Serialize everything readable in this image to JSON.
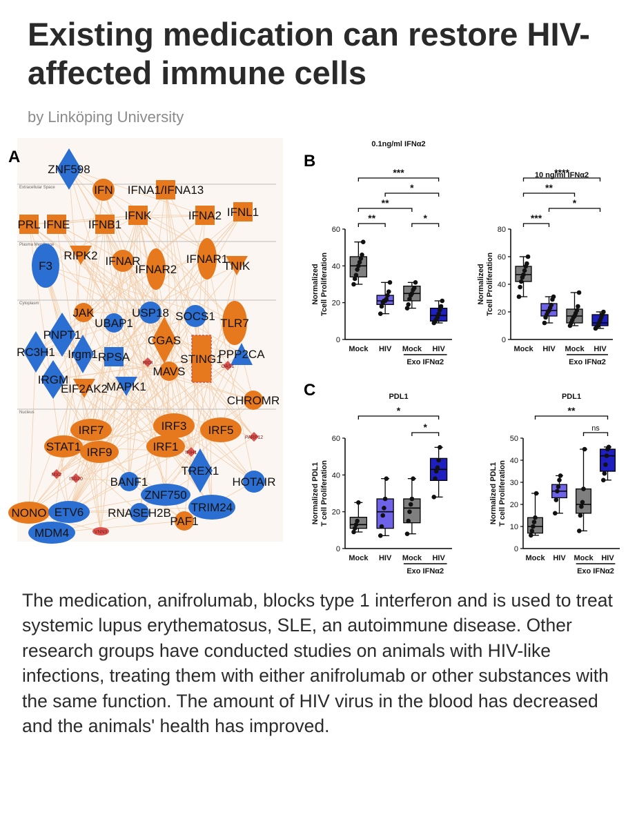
{
  "article": {
    "headline": "Existing medication can restore HIV-affected immune cells",
    "byline": "by Linköping University",
    "body": "The medication, anifrolumab, blocks type 1 interferon and is used to treat systemic lupus erythematosus, SLE, an autoimmune disease. Other research groups have conducted studies on animals with HIV-like infections, treating them with either anifrolumab or other substances with the same function. The amount of HIV virus in the blood has decreased and the animals' health has improved."
  },
  "colors": {
    "mock": "#7f7f7f",
    "hiv_untreated": "#6e63e8",
    "hiv_treated": "#1f1fbf",
    "orange": "#e6781e",
    "blue": "#2a6fd1",
    "red": "#d9534f"
  },
  "figure": {
    "panel_labels": {
      "a": "A",
      "b": "B",
      "c": "C"
    },
    "network": {
      "compartments": [
        "Extracellular Space",
        "Plasma Membrane",
        "Cytoplasm",
        "Nucleus"
      ],
      "nodes": [
        {
          "id": "ZNF598",
          "label": "ZNF598",
          "shape": "diamond",
          "color": "blue"
        },
        {
          "id": "IFN",
          "label": "IFN",
          "shape": "circle",
          "color": "orange"
        },
        {
          "id": "IFNA1",
          "label": "IFNA1/IFNA13",
          "shape": "square",
          "color": "orange"
        },
        {
          "id": "PRL",
          "label": "PRL",
          "shape": "square",
          "color": "orange"
        },
        {
          "id": "IFNE",
          "label": "IFNE",
          "shape": "square",
          "color": "orange"
        },
        {
          "id": "IFNB1",
          "label": "IFNB1",
          "shape": "square",
          "color": "orange"
        },
        {
          "id": "IFNK",
          "label": "IFNK",
          "shape": "square",
          "color": "orange"
        },
        {
          "id": "IFNA2",
          "label": "IFNA2",
          "shape": "square",
          "color": "orange"
        },
        {
          "id": "IFNL1",
          "label": "IFNL1",
          "shape": "square",
          "color": "orange"
        },
        {
          "id": "F3",
          "label": "F3",
          "shape": "ellipse",
          "color": "blue"
        },
        {
          "id": "RIPK2",
          "label": "RIPK2",
          "shape": "triangle",
          "color": "orange"
        },
        {
          "id": "IFNAR",
          "label": "IFNAR",
          "shape": "circle",
          "color": "orange"
        },
        {
          "id": "IFNAR2",
          "label": "IFNAR2",
          "shape": "ellipse",
          "color": "orange"
        },
        {
          "id": "IFNAR1",
          "label": "IFNAR1",
          "shape": "ellipse",
          "color": "orange"
        },
        {
          "id": "TNIK",
          "label": "TNIK",
          "shape": "triangle",
          "color": "orange"
        },
        {
          "id": "JAK",
          "label": "JAK",
          "shape": "circle",
          "color": "orange"
        },
        {
          "id": "UBAP1",
          "label": "UBAP1",
          "shape": "circle",
          "color": "blue"
        },
        {
          "id": "USP18",
          "label": "USP18",
          "shape": "circle",
          "color": "blue"
        },
        {
          "id": "SOCS1",
          "label": "SOCS1",
          "shape": "circle",
          "color": "blue"
        },
        {
          "id": "TLR7",
          "label": "TLR7",
          "shape": "ellipse",
          "color": "orange"
        },
        {
          "id": "PNPT1",
          "label": "PNPT1",
          "shape": "diamond",
          "color": "blue"
        },
        {
          "id": "RC3H1",
          "label": "RC3H1",
          "shape": "diamond",
          "color": "blue"
        },
        {
          "id": "Irgm1",
          "label": "Irgm1",
          "shape": "diamond",
          "color": "blue"
        },
        {
          "id": "RPSA",
          "label": "RPSA",
          "shape": "square",
          "color": "blue"
        },
        {
          "id": "RIGI",
          "label": "RIGI",
          "shape": "diamond",
          "color": "red"
        },
        {
          "id": "CGAS",
          "label": "CGAS",
          "shape": "diamond",
          "color": "orange"
        },
        {
          "id": "STING1",
          "label": "STING1",
          "shape": "rect",
          "color": "orange"
        },
        {
          "id": "PPP2CA",
          "label": "PPP2CA",
          "shape": "triangle-up",
          "color": "blue"
        },
        {
          "id": "MAVS",
          "label": "MAVS",
          "shape": "circle",
          "color": "orange"
        },
        {
          "id": "OAS1",
          "label": "OAS1",
          "shape": "diamond",
          "color": "red"
        },
        {
          "id": "IRGM",
          "label": "IRGM",
          "shape": "diamond",
          "color": "blue"
        },
        {
          "id": "EIF2AK2",
          "label": "EIF2AK2",
          "shape": "triangle",
          "color": "orange"
        },
        {
          "id": "MAPK1",
          "label": "MAPK1",
          "shape": "triangle",
          "color": "blue"
        },
        {
          "id": "CHROMR",
          "label": "CHROMR",
          "shape": "circle",
          "color": "orange"
        },
        {
          "id": "IRF7",
          "label": "IRF7",
          "shape": "ellipse",
          "color": "orange"
        },
        {
          "id": "IRF3",
          "label": "IRF3",
          "shape": "ellipse",
          "color": "orange"
        },
        {
          "id": "IRF5",
          "label": "IRF5",
          "shape": "ellipse",
          "color": "orange"
        },
        {
          "id": "STAT1",
          "label": "STAT1",
          "shape": "ellipse",
          "color": "orange"
        },
        {
          "id": "IRF9",
          "label": "IRF9",
          "shape": "ellipse",
          "color": "orange"
        },
        {
          "id": "IRF1",
          "label": "IRF1",
          "shape": "ellipse",
          "color": "orange"
        },
        {
          "id": "IFIH1",
          "label": "IFIH1",
          "shape": "diamond",
          "color": "red"
        },
        {
          "id": "PARP12",
          "label": "PARP12",
          "shape": "diamond",
          "color": "red"
        },
        {
          "id": "TREX1",
          "label": "TREX1",
          "shape": "diamond",
          "color": "blue"
        },
        {
          "id": "MX2",
          "label": "MX2",
          "shape": "diamond",
          "color": "red"
        },
        {
          "id": "ISG20",
          "label": "ISG20",
          "shape": "diamond",
          "color": "red"
        },
        {
          "id": "BANF1",
          "label": "BANF1",
          "shape": "circle",
          "color": "blue"
        },
        {
          "id": "HOTAIR",
          "label": "HOTAIR",
          "shape": "circle",
          "color": "blue"
        },
        {
          "id": "ZNF750",
          "label": "ZNF750",
          "shape": "ellipse",
          "color": "blue"
        },
        {
          "id": "TRIM24",
          "label": "TRIM24",
          "shape": "ellipse",
          "color": "blue"
        },
        {
          "id": "NONO",
          "label": "NONO",
          "shape": "ellipse",
          "color": "orange"
        },
        {
          "id": "ETV6",
          "label": "ETV6",
          "shape": "ellipse",
          "color": "blue"
        },
        {
          "id": "RNASEH2B",
          "label": "RNASEH2B",
          "shape": "circle",
          "color": "blue"
        },
        {
          "id": "PAF1",
          "label": "PAF1",
          "shape": "circle",
          "color": "orange"
        },
        {
          "id": "MDM4",
          "label": "MDM4",
          "shape": "ellipse",
          "color": "blue"
        },
        {
          "id": "VNN3",
          "label": "VNN3",
          "shape": "ellipse",
          "color": "red"
        }
      ]
    }
  },
  "chart_data": [
    {
      "type": "box",
      "panel": "B",
      "title": "0.1ng/ml IFNα2",
      "ylabel": "Normalized Tcell Proliferation",
      "ylim": [
        0,
        60
      ],
      "yticks": [
        0,
        20,
        40,
        60
      ],
      "categories": [
        "Mock",
        "HIV",
        "Mock",
        "HIV"
      ],
      "group_label": "Exo IFNα2",
      "boxes": [
        {
          "category": "Mock",
          "color": "mock",
          "min": 30,
          "q1": 34,
          "median": 40,
          "q3": 45,
          "max": 53,
          "points": [
            30,
            33,
            35,
            38,
            40,
            42,
            44,
            46,
            53
          ]
        },
        {
          "category": "HIV",
          "color": "hiv_untreated",
          "min": 14,
          "q1": 19,
          "median": 21,
          "q3": 24,
          "max": 31,
          "points": [
            14,
            18,
            20,
            21,
            21,
            22,
            24,
            26,
            31
          ]
        },
        {
          "category": "Mock",
          "color": "mock",
          "min": 17,
          "q1": 21,
          "median": 25,
          "q3": 29,
          "max": 31,
          "points": [
            17,
            19,
            22,
            24,
            25,
            27,
            28,
            31
          ]
        },
        {
          "category": "HIV",
          "color": "hiv_treated",
          "min": 9,
          "q1": 10,
          "median": 13,
          "q3": 17,
          "max": 21,
          "points": [
            9,
            10,
            11,
            12,
            14,
            16,
            18,
            21
          ]
        }
      ],
      "significance": [
        {
          "from": 0,
          "to": 3,
          "label": "***"
        },
        {
          "from": 1,
          "to": 3,
          "label": "*"
        },
        {
          "from": 0,
          "to": 2,
          "label": "**"
        },
        {
          "from": 0,
          "to": 1,
          "label": "**"
        },
        {
          "from": 2,
          "to": 3,
          "label": "*"
        }
      ]
    },
    {
      "type": "box",
      "panel": "B",
      "title": "10 ng/ml IFNα2",
      "ylabel": "Normalized Tcell Proliferation",
      "ylim": [
        0,
        80
      ],
      "yticks": [
        0,
        20,
        40,
        60,
        80
      ],
      "categories": [
        "Mock",
        "HIV",
        "Mock",
        "HIV"
      ],
      "group_label": "Exo IFNα2",
      "boxes": [
        {
          "category": "Mock",
          "color": "mock",
          "min": 31,
          "q1": 42,
          "median": 47,
          "q3": 53,
          "max": 60,
          "points": [
            31,
            38,
            42,
            45,
            47,
            50,
            53,
            55,
            60
          ]
        },
        {
          "category": "HIV",
          "color": "hiv_untreated",
          "min": 12,
          "q1": 17,
          "median": 21,
          "q3": 26,
          "max": 31,
          "points": [
            12,
            16,
            18,
            20,
            21,
            23,
            25,
            29,
            31
          ]
        },
        {
          "category": "Mock",
          "color": "mock",
          "min": 10,
          "q1": 12,
          "median": 17,
          "q3": 22,
          "max": 34,
          "points": [
            10,
            12,
            14,
            16,
            17,
            19,
            21,
            24,
            34
          ]
        },
        {
          "category": "HIV",
          "color": "hiv_treated",
          "min": 8,
          "q1": 10,
          "median": 12,
          "q3": 18,
          "max": 20,
          "points": [
            8,
            9,
            10,
            12,
            14,
            16,
            18,
            20
          ]
        }
      ],
      "significance": [
        {
          "from": 0,
          "to": 3,
          "label": "****"
        },
        {
          "from": 0,
          "to": 2,
          "label": "**"
        },
        {
          "from": 0,
          "to": 1,
          "label": "***"
        },
        {
          "from": 1,
          "to": 3,
          "label": "*"
        }
      ]
    },
    {
      "type": "box",
      "panel": "C",
      "title": "PDL1",
      "ylabel": "Normalized PDL1 T cell Proliferation",
      "ylim": [
        0,
        60
      ],
      "yticks": [
        0,
        20,
        40,
        60
      ],
      "categories": [
        "Mock",
        "HIV",
        "Mock",
        "HIV"
      ],
      "group_label": "Exo IFNα2",
      "boxes": [
        {
          "category": "Mock",
          "color": "mock",
          "min": 9,
          "q1": 11,
          "median": 13,
          "q3": 17,
          "max": 25,
          "points": [
            9,
            11,
            13,
            15,
            25
          ]
        },
        {
          "category": "HIV",
          "color": "hiv_untreated",
          "min": 7,
          "q1": 11,
          "median": 20,
          "q3": 27,
          "max": 38,
          "points": [
            7,
            12,
            18,
            22,
            27,
            38
          ]
        },
        {
          "category": "Mock",
          "color": "mock",
          "min": 8,
          "q1": 14,
          "median": 22,
          "q3": 27,
          "max": 38,
          "points": [
            8,
            15,
            20,
            24,
            27,
            38
          ]
        },
        {
          "category": "HIV",
          "color": "hiv_treated",
          "min": 28,
          "q1": 37,
          "median": 43,
          "q3": 49,
          "max": 55,
          "points": [
            28,
            38,
            42,
            44,
            48,
            55
          ]
        }
      ],
      "significance": [
        {
          "from": 0,
          "to": 3,
          "label": "*"
        },
        {
          "from": 2,
          "to": 3,
          "label": "*"
        }
      ]
    },
    {
      "type": "box",
      "panel": "C",
      "title": "PDL1",
      "ylabel": "Normalized PDL1 T cell Proliferation",
      "ylim": [
        0,
        50
      ],
      "yticks": [
        0,
        10,
        20,
        30,
        40,
        50
      ],
      "categories": [
        "Mock",
        "HIV",
        "Mock",
        "HIV"
      ],
      "group_label": "Exo IFNα2",
      "boxes": [
        {
          "category": "Mock",
          "color": "mock",
          "min": 6,
          "q1": 7,
          "median": 10,
          "q3": 14,
          "max": 25,
          "points": [
            6,
            8,
            10,
            12,
            14,
            25
          ]
        },
        {
          "category": "HIV",
          "color": "hiv_untreated",
          "min": 16,
          "q1": 23,
          "median": 26,
          "q3": 29,
          "max": 33,
          "points": [
            16,
            22,
            26,
            28,
            31,
            33
          ]
        },
        {
          "category": "Mock",
          "color": "mock",
          "min": 8,
          "q1": 16,
          "median": 20,
          "q3": 27,
          "max": 45,
          "points": [
            8,
            15,
            19,
            21,
            27,
            45
          ]
        },
        {
          "category": "HIV",
          "color": "hiv_treated",
          "min": 31,
          "q1": 35,
          "median": 42,
          "q3": 45,
          "max": 46,
          "points": [
            31,
            34,
            38,
            42,
            45,
            46
          ]
        }
      ],
      "significance": [
        {
          "from": 0,
          "to": 3,
          "label": "**"
        },
        {
          "from": 2,
          "to": 3,
          "label": "ns"
        }
      ]
    }
  ]
}
